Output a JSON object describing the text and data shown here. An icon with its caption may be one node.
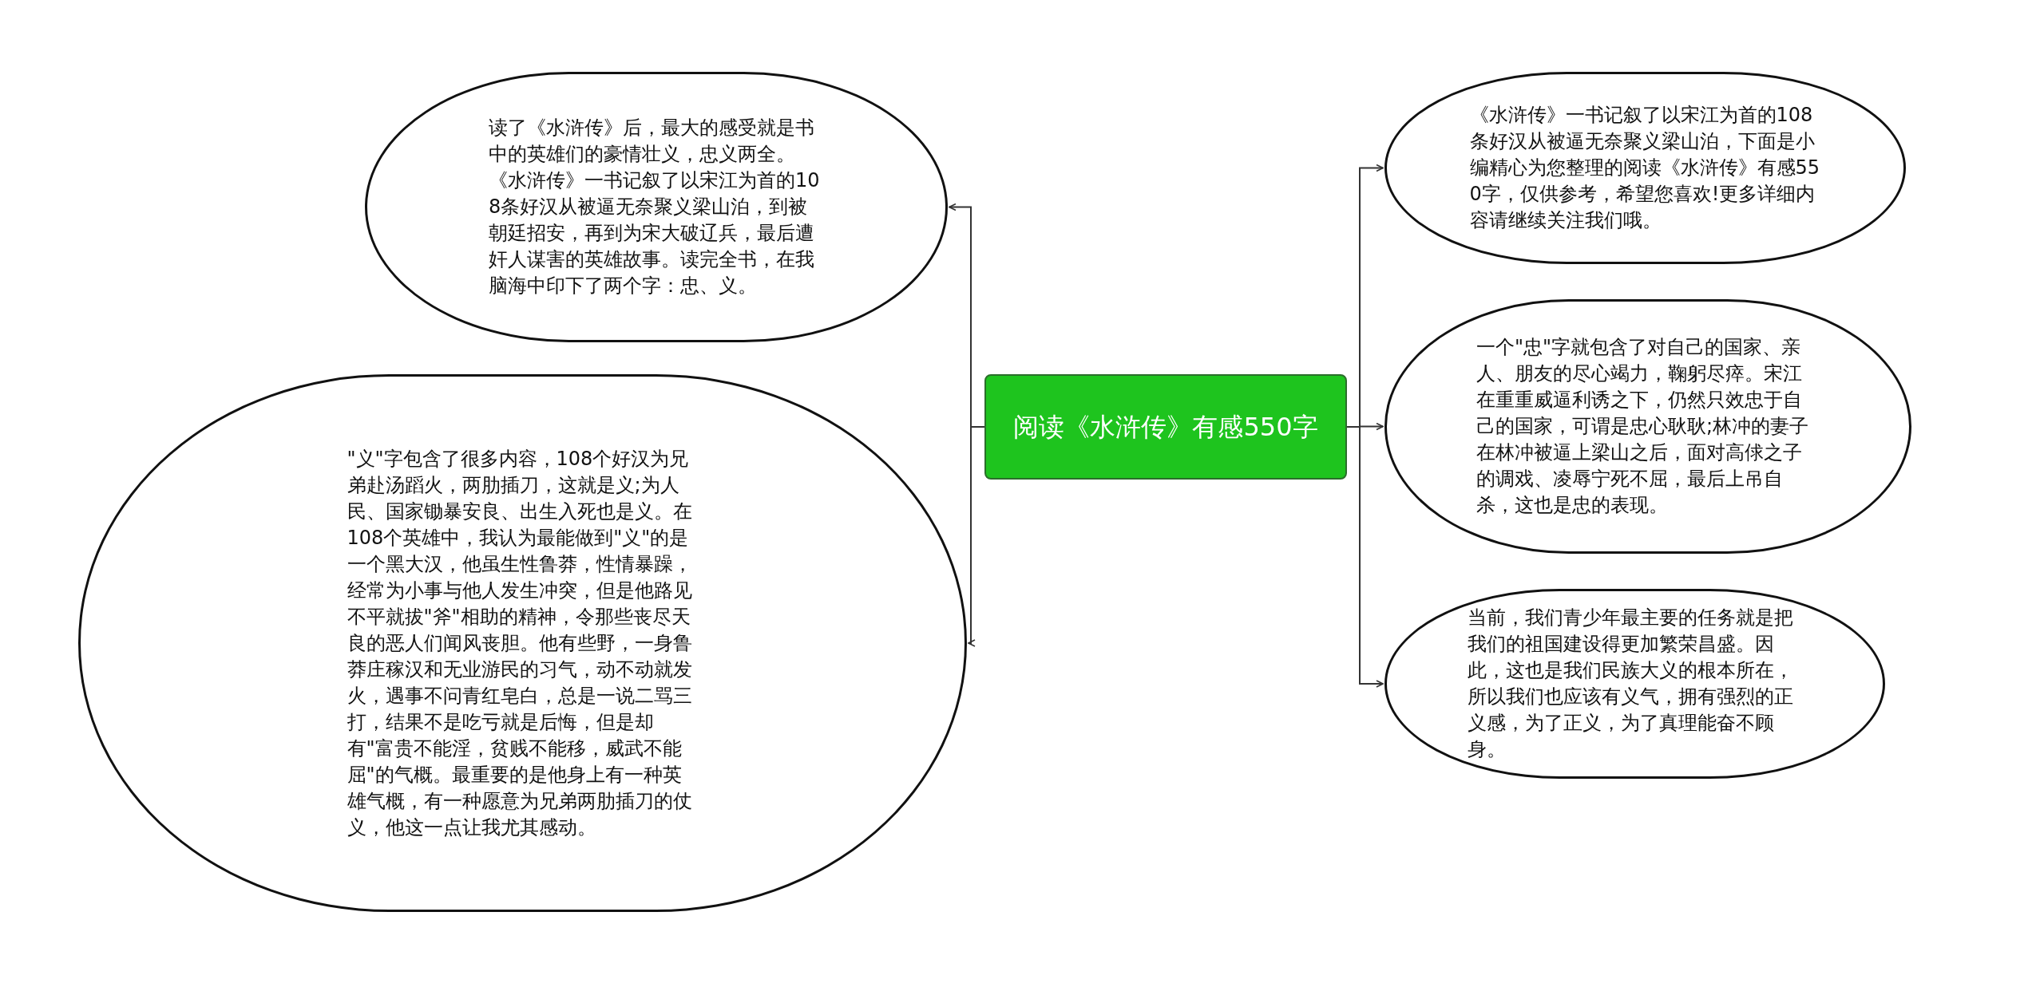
{
  "diagram": {
    "nodes": [
      {
        "text": [
          "阅读《水浒传》有感550字"
        ]
      },
      {
        "text": [
          "读了《水浒传》后，最大的感受就是书中的英雄们的豪情壮义，忠义两全。《水浒传》一书记叙了以宋江为首的108条好汉从被逼无奈聚义梁山泊，到被朝廷招安，再到为宋大破辽兵，最后遭奸人谋害的英雄故事。读完全书，在我脑海中印下了两个字：忠、义。"
        ]
      },
      {
        "text": [
          "\"义\"字包含了很多内容，108个好汉为兄弟赴汤蹈火，两肋插刀，这就是义;为人民、国家锄暴安良、出生入死也是义。在108个英雄中，我认为最能做到\"义\"的是一个黑大汉，他虽生性鲁莽，性情暴躁，经常为小事与他人发生冲突，但是他路见不平就拔\"斧\"相助的精神，令那些丧尽天良的恶人们闻风丧胆。他有些野，一身鲁莽庄稼汉和无业游民的习气，动不动就发火，遇事不问青红皂白，总是一说二骂三打，结果不是吃亏就是后悔，但是却有\"富贵不能淫，贫贱不能移，威武不能屈\"的气概。最重要的是他身上有一种英雄气概，有一种愿意为兄弟两肋插刀的仗义，他这一点让我尤其感动。"
        ]
      },
      {
        "text": [
          "《水浒传》一书记叙了以宋江为首的108条好汉从被逼无奈聚义梁山泊，下面是小编精心为您整理的阅读《水浒传》有感550字，仅供参考，希望您喜欢!更多详细内容请继续关注我们哦。"
        ]
      },
      {
        "text": [
          "一个\"忠\"字就包含了对自己的国家、亲人、朋友的尽心竭力，鞠躬尽瘁。宋江在重重威逼利诱之下，仍然只效忠于自己的国家，可谓是忠心耿耿;林冲的妻子在林冲被逼上梁山之后，面对高俅之子的调戏、凌辱宁死不屈，最后上吊自杀，这也是忠的表现。"
        ]
      },
      {
        "text": [
          "当前，我们青少年最主要的任务就是把我们的祖国建设得更加繁荣昌盛。因此，这也是我们民族大义的根本所在，所以我们也应该有义气，拥有强烈的正义感，为了正义，为了真理能奋不顾身。"
        ]
      }
    ],
    "edges": [
      {
        "from": 0,
        "to": 1,
        "arrow": "to"
      },
      {
        "from": 0,
        "to": 2,
        "arrow": "to"
      },
      {
        "from": 0,
        "to": 3,
        "arrow": "to"
      },
      {
        "from": 0,
        "to": 4,
        "arrow": "to"
      },
      {
        "from": 0,
        "to": 5,
        "arrow": "to"
      }
    ]
  }
}
